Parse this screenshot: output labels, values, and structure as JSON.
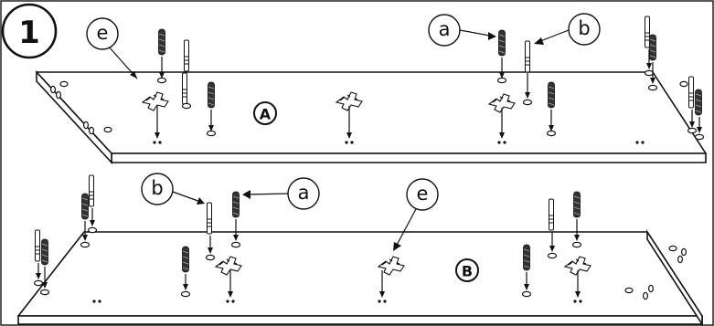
{
  "step": {
    "number": "1"
  },
  "panels": [
    {
      "id": "A",
      "label": "A"
    },
    {
      "id": "B",
      "label": "B"
    }
  ],
  "callouts": [
    {
      "id": "e-top",
      "letter": "e"
    },
    {
      "id": "a-top",
      "letter": "a"
    },
    {
      "id": "b-top",
      "letter": "b"
    },
    {
      "id": "b-bottom",
      "letter": "b"
    },
    {
      "id": "a-bottom",
      "letter": "a"
    },
    {
      "id": "e-bottom",
      "letter": "e"
    }
  ],
  "colors": {
    "line": "#111111",
    "background": "#ffffff",
    "dowel": "#333333"
  }
}
